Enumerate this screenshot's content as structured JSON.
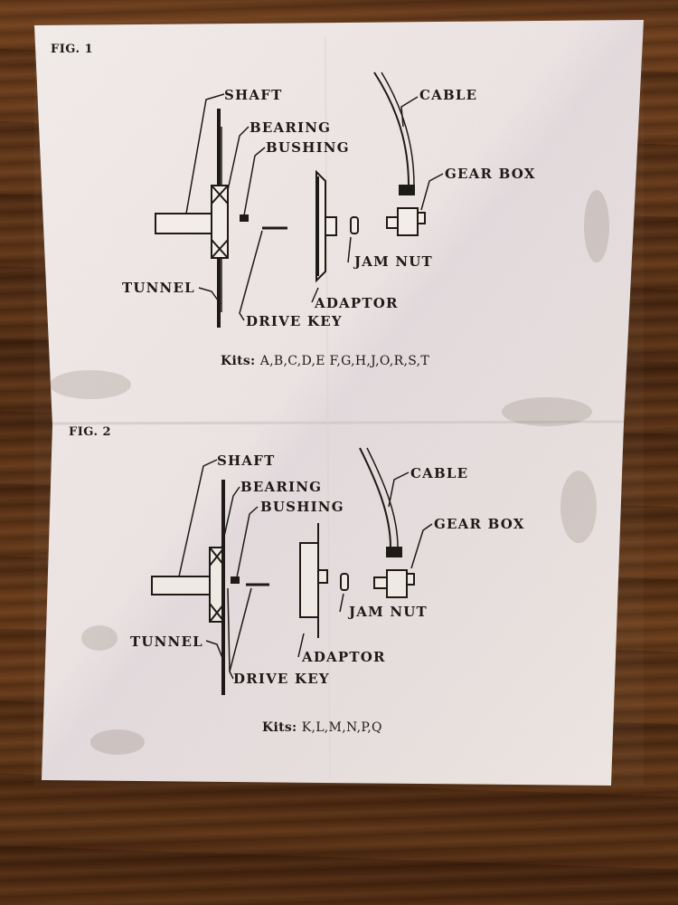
{
  "figures": [
    {
      "title": "FIG. 1",
      "labels": {
        "shaft": "SHAFT",
        "bearing": "BEARING",
        "bushing": "BUSHING",
        "cable": "CABLE",
        "gear_box": "GEAR BOX",
        "jam_nut": "JAM NUT",
        "tunnel": "TUNNEL",
        "adaptor": "ADAPTOR",
        "drive_key": "DRIVE KEY"
      },
      "kits_label": "Kits:",
      "kits_value": "A,B,C,D,E F,G,H,J,O,R,S,T"
    },
    {
      "title": "FIG. 2",
      "labels": {
        "shaft": "SHAFT",
        "bearing": "BEARING",
        "bushing": "BUSHING",
        "cable": "CABLE",
        "gear_box": "GEAR BOX",
        "jam_nut": "JAM NUT",
        "tunnel": "TUNNEL",
        "adaptor": "ADAPTOR",
        "drive_key": "DRIVE KEY"
      },
      "kits_label": "Kits:",
      "kits_value": "K,L,M,N,P,Q"
    }
  ],
  "colors": {
    "paper": "#efe9e6",
    "ink": "#1e1a16",
    "wood": "#5a3318"
  }
}
